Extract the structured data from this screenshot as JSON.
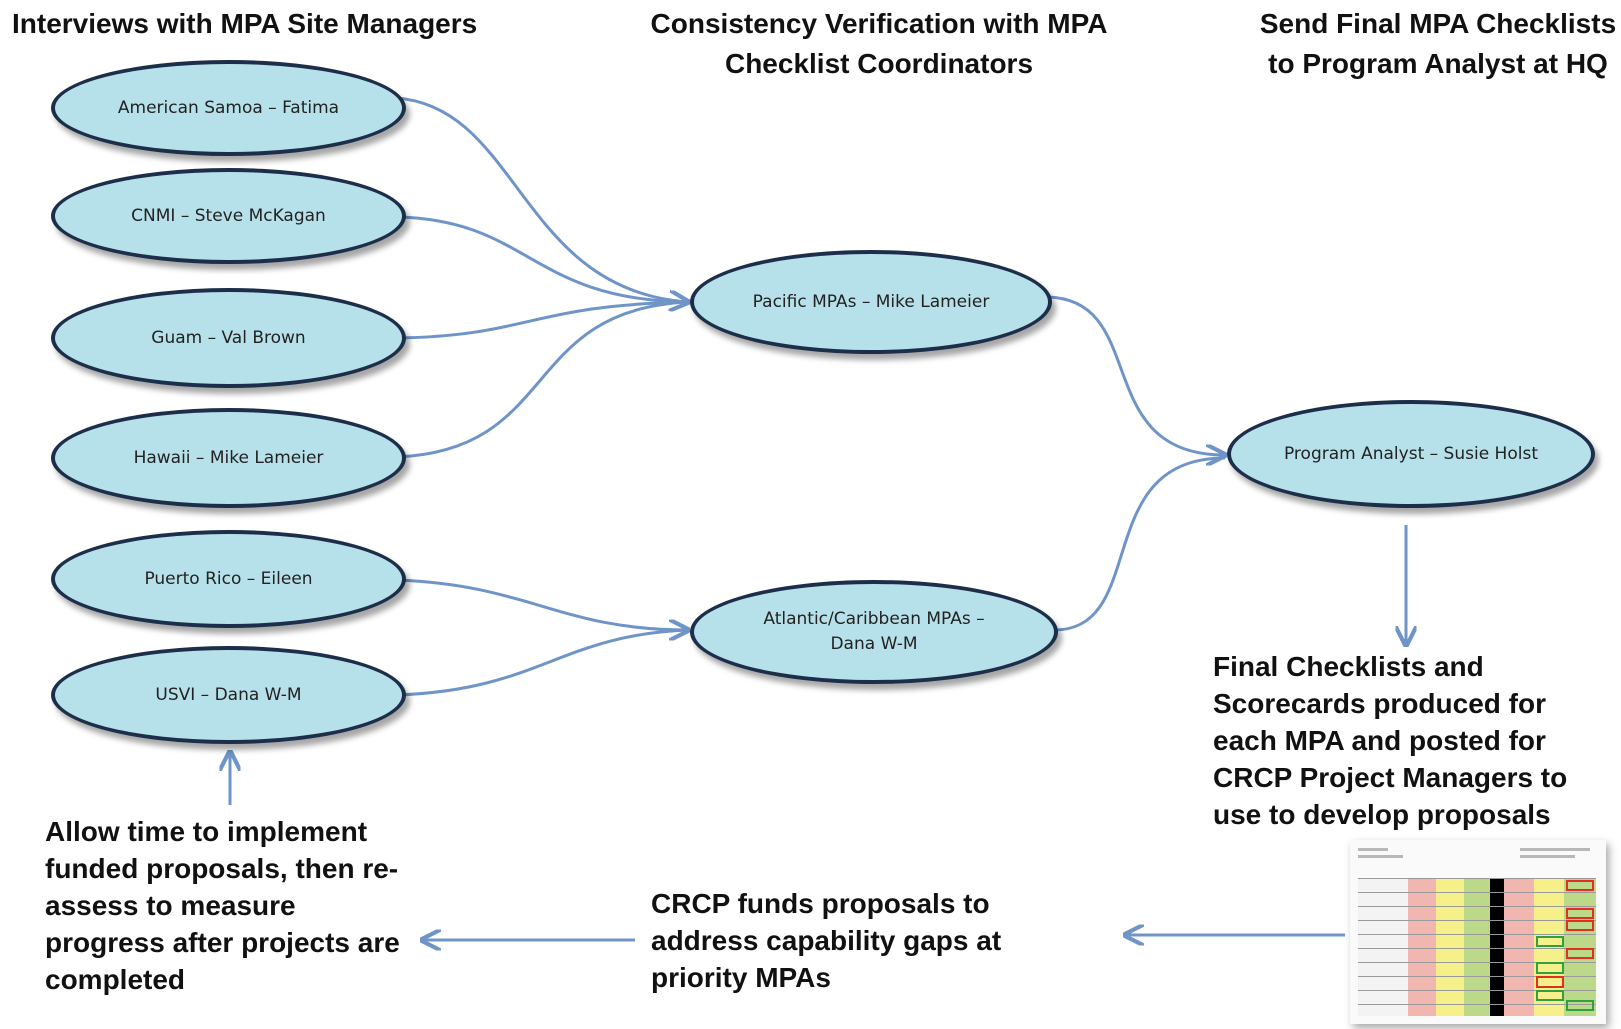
{
  "headers": {
    "col1": "Interviews with MPA Site Managers",
    "col2_line1": "Consistency Verification with MPA",
    "col2_line2": "Checklist Coordinators",
    "col3_line1": "Send Final MPA Checklists",
    "col3_line2": "to Program Analyst at HQ"
  },
  "site_managers": [
    "American Samoa – Fatima",
    "CNMI – Steve McKagan",
    "Guam – Val Brown",
    "Hawaii – Mike Lameier",
    "Puerto Rico – Eileen",
    "USVI – Dana W-M"
  ],
  "coordinators": {
    "pacific": "Pacific MPAs – Mike Lameier",
    "atlantic_line1": "Atlantic/Caribbean MPAs –",
    "atlantic_line2": "Dana W-M"
  },
  "program_analyst": "Program Analyst – Susie Holst",
  "notes": {
    "final_checklists": [
      "Final Checklists and",
      "Scorecards produced for",
      "each MPA and posted for",
      "CRCP Project Managers to",
      "use to develop proposals"
    ],
    "crcp_funds": [
      "CRCP funds proposals to",
      "address capability gaps at",
      "priority MPAs"
    ],
    "reassess": [
      "Allow time to implement",
      "funded proposals, then re-",
      "assess to measure",
      "progress after projects are",
      "completed"
    ]
  },
  "colors": {
    "node_fill": "#b7e1ea",
    "node_border": "#1d2e4a",
    "connector": "#6f94c8",
    "scorecard_red": "#f2b6b0",
    "scorecard_yellow": "#f6f08a",
    "scorecard_green": "#bcd98a"
  }
}
